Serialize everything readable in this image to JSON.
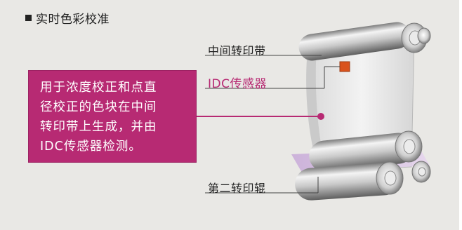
{
  "title": "实时色彩校准",
  "callout": {
    "lines": [
      "用于浓度校正和点直",
      "径校正的色块在中间",
      "转印带上生成，并由",
      "IDC传感器检测。"
    ]
  },
  "labels": {
    "belt": "中间转印带",
    "sensor": "IDC传感器",
    "roller": "第二转印辊"
  },
  "colors": {
    "accent": "#b72a73",
    "sensor": "#d9521c",
    "background": "#e9e8e5"
  }
}
